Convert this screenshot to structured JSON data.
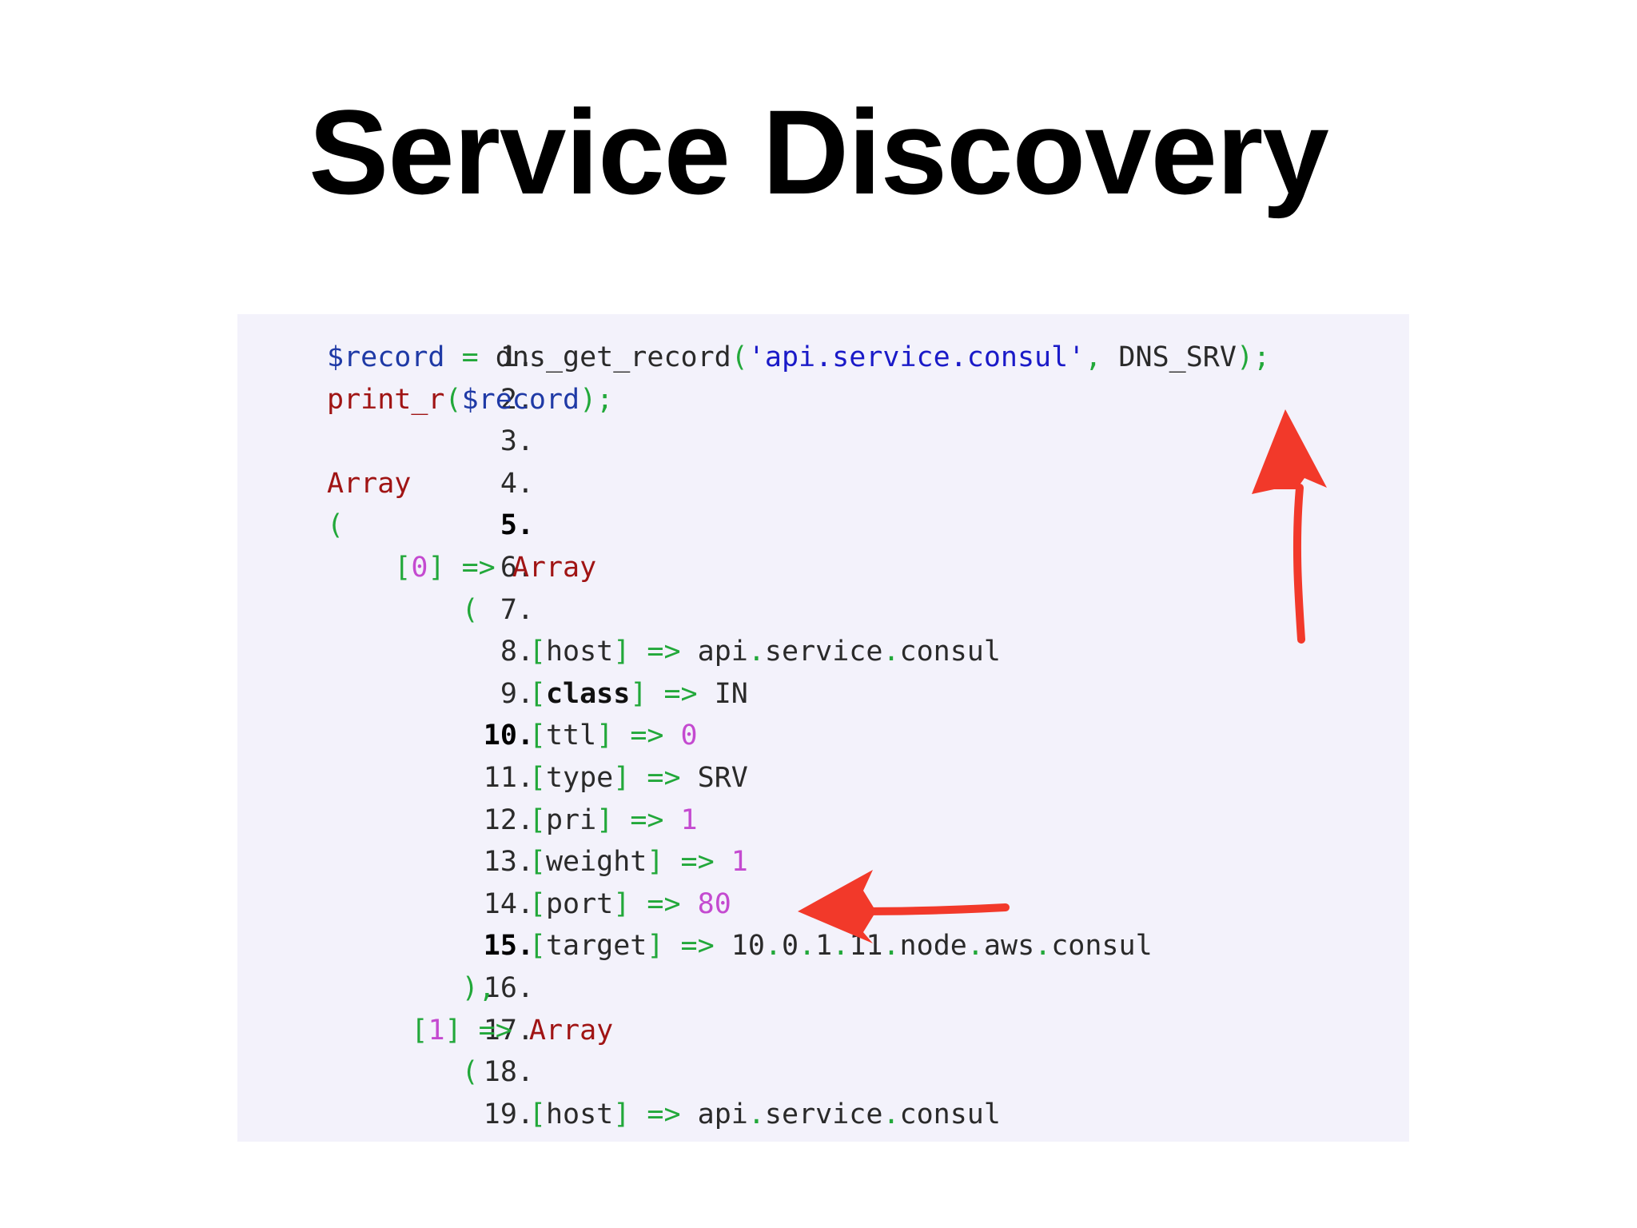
{
  "slide": {
    "title": "Service Discovery"
  },
  "code": {
    "lines": [
      {
        "n": "1.",
        "tokens": [
          {
            "t": "$record",
            "c": "var"
          },
          {
            "t": " = ",
            "c": "op"
          },
          {
            "t": "dns_get_record",
            "c": "fn"
          },
          {
            "t": "(",
            "c": "op"
          },
          {
            "t": "'api.service.consul'",
            "c": "str"
          },
          {
            "t": ", ",
            "c": "op"
          },
          {
            "t": "DNS_SRV",
            "c": "const"
          },
          {
            "t": ");",
            "c": "op"
          }
        ]
      },
      {
        "n": "2.",
        "tokens": [
          {
            "t": "print_r",
            "c": "kw"
          },
          {
            "t": "(",
            "c": "op"
          },
          {
            "t": "$record",
            "c": "var"
          },
          {
            "t": ");",
            "c": "op"
          }
        ]
      },
      {
        "n": "3.",
        "tokens": []
      },
      {
        "n": "4.",
        "tokens": [
          {
            "t": "Array",
            "c": "kw"
          }
        ]
      },
      {
        "n": "5.",
        "bold": true,
        "tokens": [
          {
            "t": "(",
            "c": "op"
          }
        ]
      },
      {
        "n": "6.",
        "tokens": [
          {
            "t": "    ",
            "c": ""
          },
          {
            "t": "[",
            "c": "brk"
          },
          {
            "t": "0",
            "c": "num"
          },
          {
            "t": "]",
            "c": "brk"
          },
          {
            "t": " => ",
            "c": "op"
          },
          {
            "t": "Array",
            "c": "kw"
          }
        ]
      },
      {
        "n": "7.",
        "tokens": [
          {
            "t": "        ",
            "c": ""
          },
          {
            "t": "(",
            "c": "op"
          }
        ]
      },
      {
        "n": "8.",
        "tokens": [
          {
            "t": "            ",
            "c": ""
          },
          {
            "t": "[",
            "c": "brk"
          },
          {
            "t": "host",
            "c": "key"
          },
          {
            "t": "]",
            "c": "brk"
          },
          {
            "t": " => ",
            "c": "op"
          },
          {
            "t": "api",
            "c": "key"
          },
          {
            "t": ".",
            "c": "op"
          },
          {
            "t": "service",
            "c": "key"
          },
          {
            "t": ".",
            "c": "op"
          },
          {
            "t": "consul",
            "c": "key"
          }
        ]
      },
      {
        "n": "9.",
        "tokens": [
          {
            "t": "            ",
            "c": ""
          },
          {
            "t": "[",
            "c": "brk"
          },
          {
            "t": "class",
            "c": "bold-key"
          },
          {
            "t": "]",
            "c": "brk"
          },
          {
            "t": " => ",
            "c": "op"
          },
          {
            "t": "IN",
            "c": "key"
          }
        ]
      },
      {
        "n": "10.",
        "bold": true,
        "tokens": [
          {
            "t": "            ",
            "c": ""
          },
          {
            "t": "[",
            "c": "brk"
          },
          {
            "t": "ttl",
            "c": "key"
          },
          {
            "t": "]",
            "c": "brk"
          },
          {
            "t": " => ",
            "c": "op"
          },
          {
            "t": "0",
            "c": "num"
          }
        ]
      },
      {
        "n": "11.",
        "tokens": [
          {
            "t": "            ",
            "c": ""
          },
          {
            "t": "[",
            "c": "brk"
          },
          {
            "t": "type",
            "c": "key"
          },
          {
            "t": "]",
            "c": "brk"
          },
          {
            "t": " => ",
            "c": "op"
          },
          {
            "t": "SRV",
            "c": "key"
          }
        ]
      },
      {
        "n": "12.",
        "tokens": [
          {
            "t": "            ",
            "c": ""
          },
          {
            "t": "[",
            "c": "brk"
          },
          {
            "t": "pri",
            "c": "key"
          },
          {
            "t": "]",
            "c": "brk"
          },
          {
            "t": " => ",
            "c": "op"
          },
          {
            "t": "1",
            "c": "num"
          }
        ]
      },
      {
        "n": "13.",
        "tokens": [
          {
            "t": "            ",
            "c": ""
          },
          {
            "t": "[",
            "c": "brk"
          },
          {
            "t": "weight",
            "c": "key"
          },
          {
            "t": "]",
            "c": "brk"
          },
          {
            "t": " => ",
            "c": "op"
          },
          {
            "t": "1",
            "c": "num"
          }
        ]
      },
      {
        "n": "14.",
        "tokens": [
          {
            "t": "            ",
            "c": ""
          },
          {
            "t": "[",
            "c": "brk"
          },
          {
            "t": "port",
            "c": "key"
          },
          {
            "t": "]",
            "c": "brk"
          },
          {
            "t": " => ",
            "c": "op"
          },
          {
            "t": "80",
            "c": "num"
          }
        ]
      },
      {
        "n": "15.",
        "bold": true,
        "tokens": [
          {
            "t": "            ",
            "c": ""
          },
          {
            "t": "[",
            "c": "brk"
          },
          {
            "t": "target",
            "c": "key"
          },
          {
            "t": "]",
            "c": "brk"
          },
          {
            "t": " => ",
            "c": "op"
          },
          {
            "t": "10",
            "c": "key"
          },
          {
            "t": ".",
            "c": "op"
          },
          {
            "t": "0",
            "c": "key"
          },
          {
            "t": ".",
            "c": "op"
          },
          {
            "t": "1",
            "c": "key"
          },
          {
            "t": ".",
            "c": "op"
          },
          {
            "t": "11",
            "c": "key"
          },
          {
            "t": ".",
            "c": "op"
          },
          {
            "t": "node",
            "c": "key"
          },
          {
            "t": ".",
            "c": "op"
          },
          {
            "t": "aws",
            "c": "key"
          },
          {
            "t": ".",
            "c": "op"
          },
          {
            "t": "consul",
            "c": "key"
          }
        ]
      },
      {
        "n": "16.",
        "tokens": [
          {
            "t": "        ",
            "c": ""
          },
          {
            "t": "),",
            "c": "op"
          }
        ]
      },
      {
        "n": "17.",
        "tokens": [
          {
            "t": "     ",
            "c": ""
          },
          {
            "t": "[",
            "c": "brk"
          },
          {
            "t": "1",
            "c": "num"
          },
          {
            "t": "]",
            "c": "brk"
          },
          {
            "t": " => ",
            "c": "op"
          },
          {
            "t": "Array",
            "c": "kw"
          }
        ]
      },
      {
        "n": "18.",
        "tokens": [
          {
            "t": "        ",
            "c": ""
          },
          {
            "t": "(",
            "c": "op"
          }
        ]
      },
      {
        "n": "19.",
        "tokens": [
          {
            "t": "            ",
            "c": ""
          },
          {
            "t": "[",
            "c": "brk"
          },
          {
            "t": "host",
            "c": "key"
          },
          {
            "t": "]",
            "c": "brk"
          },
          {
            "t": " => ",
            "c": "op"
          },
          {
            "t": "api",
            "c": "key"
          },
          {
            "t": ".",
            "c": "op"
          },
          {
            "t": "service",
            "c": "key"
          },
          {
            "t": ".",
            "c": "op"
          },
          {
            "t": "consul",
            "c": "key"
          }
        ]
      }
    ]
  },
  "annotations": {
    "arrow_color": "#f2392a",
    "arrows": [
      "arrow-to-dns-srv",
      "arrow-to-port-80"
    ]
  },
  "colors": {
    "panel_bg": "#f3f2fb",
    "variable": "#1f3aa6",
    "operator": "#22a83a",
    "string": "#1a1ac8",
    "keyword": "#a01414",
    "number": "#c44ad0"
  }
}
